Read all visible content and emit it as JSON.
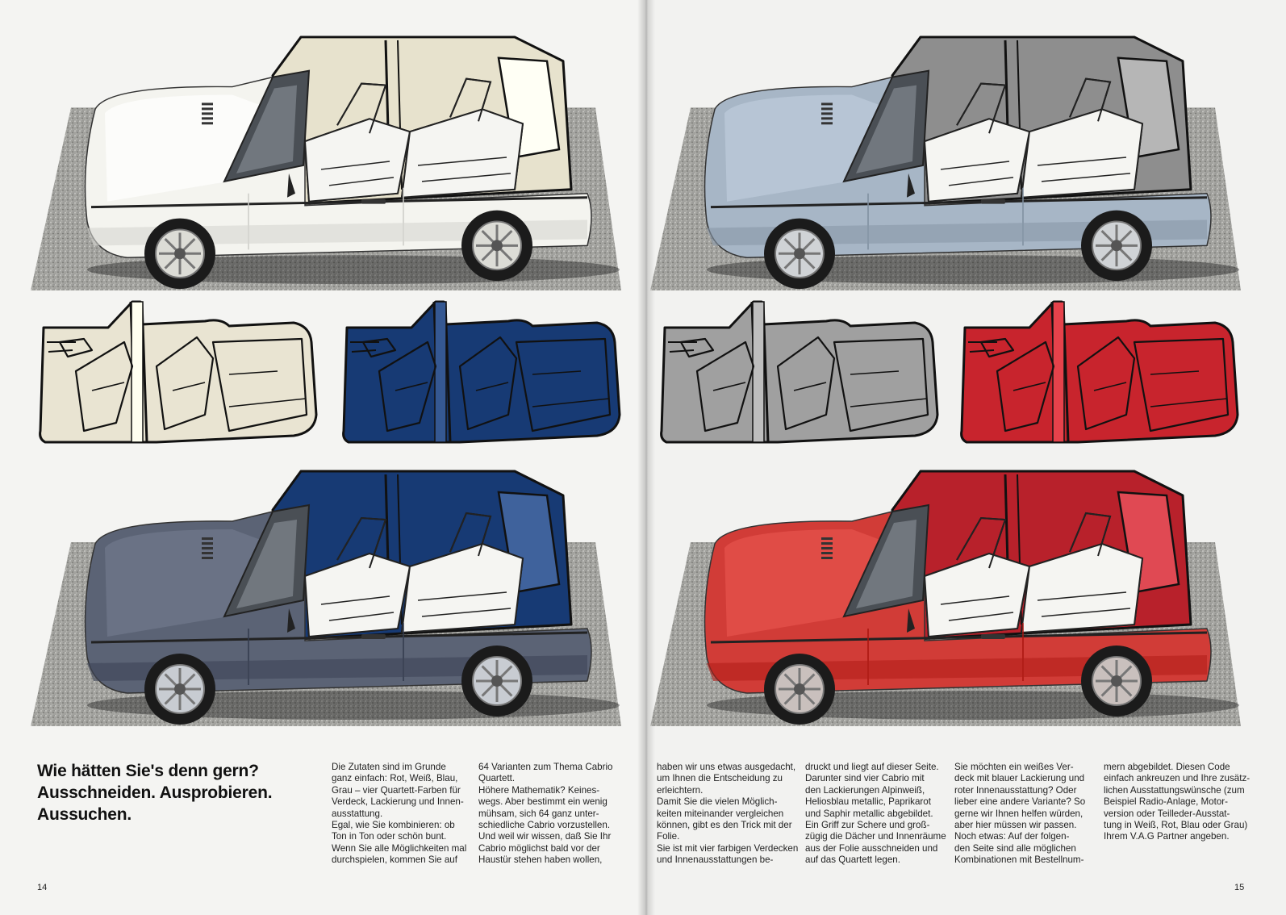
{
  "colors": {
    "white_car": "#f6f6f2",
    "white_top": "#e9e4d2",
    "blue_top": "#173a74",
    "grey_top": "#9c9c9c",
    "red_top": "#c2222b",
    "silver_car": "#9fb0c2",
    "anthracite_car": "#5a6272",
    "red_car": "#cf3a36",
    "gravel": "#a8a8a4",
    "page": "#f4f4f2"
  },
  "figures": {
    "car_white": {
      "name": "car-white-top-white",
      "body": "#f4f4ef",
      "top": "#e7e2cd",
      "wheel": "#dcdcd6"
    },
    "car_silver": {
      "name": "car-silver-top-grey",
      "body": "#a7b6c6",
      "top": "#8e8e8e",
      "wheel": "#d0d3d6"
    },
    "car_anthracite": {
      "name": "car-anthracite-top-blue",
      "body": "#5b6375",
      "top": "#173a74",
      "wheel": "#c8ccd2"
    },
    "car_red": {
      "name": "car-red-top-red",
      "body": "#d13c37",
      "top": "#b8212b",
      "wheel": "#c9c0bd"
    },
    "top_white": {
      "name": "cutout-top-white",
      "fill": "#e9e4d2"
    },
    "top_blue": {
      "name": "cutout-top-blue",
      "fill": "#173a74"
    },
    "top_grey": {
      "name": "cutout-top-grey",
      "fill": "#a0a0a0"
    },
    "top_red": {
      "name": "cutout-top-red",
      "fill": "#c8242d"
    }
  },
  "headline": {
    "line1": "Wie hätten Sie's denn gern?",
    "line2": "Ausschneiden. Ausprobieren.",
    "line3": "Aussuchen."
  },
  "columns": {
    "c1": {
      "p1": "Die Zutaten sind im Grunde\nganz einfach: Rot, Weiß, Blau,\nGrau – vier Quartett-Farben für\nVerdeck, Lackierung und Innen-\nausstattung.",
      "p2": "Egal, wie Sie kombinieren: ob\nTon in Ton oder schön bunt.\nWenn Sie alle Möglichkeiten mal\ndurchspielen, kommen Sie auf"
    },
    "c2": {
      "p1": "64 Varianten zum Thema Cabrio\nQuartett.",
      "p2": "Höhere Mathematik? Keines-\nwegs. Aber bestimmt ein wenig\nmühsam, sich 64 ganz unter-\nschiedliche Cabrio vorzustellen.\nUnd weil wir wissen, daß Sie Ihr\nCabrio möglichst bald vor der\nHaustür stehen haben wollen,"
    },
    "c3": {
      "p1": "haben wir uns etwas ausgedacht,\num Ihnen die Entscheidung zu\nerleichtern.",
      "p2": "Damit Sie die vielen Möglich-\nkeiten miteinander vergleichen\nkönnen, gibt es den Trick mit der\nFolie.\nSie ist mit vier farbigen Verdecken\nund Innenausstattungen be-"
    },
    "c4": {
      "p1": "druckt und liegt auf dieser Seite.\nDarunter sind vier Cabrio mit\nden Lackierungen Alpinweiß,\nHeliosblau metallic, Paprikarot\nund Saphir metallic abgebildet.",
      "p2": "Ein Griff zur Schere und groß-\nzügig die Dächer und Innenräume\naus der Folie ausschneiden und\nauf das Quartett legen."
    },
    "c5": {
      "p1": "Sie möchten ein weißes Ver-\ndeck mit blauer Lackierung und\nroter Innenausstattung? Oder\nlieber eine andere Variante? So\ngerne wir Ihnen helfen würden,\naber hier müssen wir passen.",
      "p2": "Noch etwas: Auf der folgen-\nden Seite sind alle möglichen\nKombinationen mit Bestellnum-"
    },
    "c6": {
      "p1": "mern abgebildet. Diesen Code\neinfach ankreuzen und Ihre zusätz-\nlichen Ausstattungswünsche (zum\nBeispiel Radio-Anlage, Motor-\nversion oder Teilleder-Ausstat-\ntung in Weiß, Rot, Blau oder Grau)\nIhrem V.A.G Partner angeben."
    }
  },
  "page_numbers": {
    "left": "14",
    "right": "15"
  }
}
